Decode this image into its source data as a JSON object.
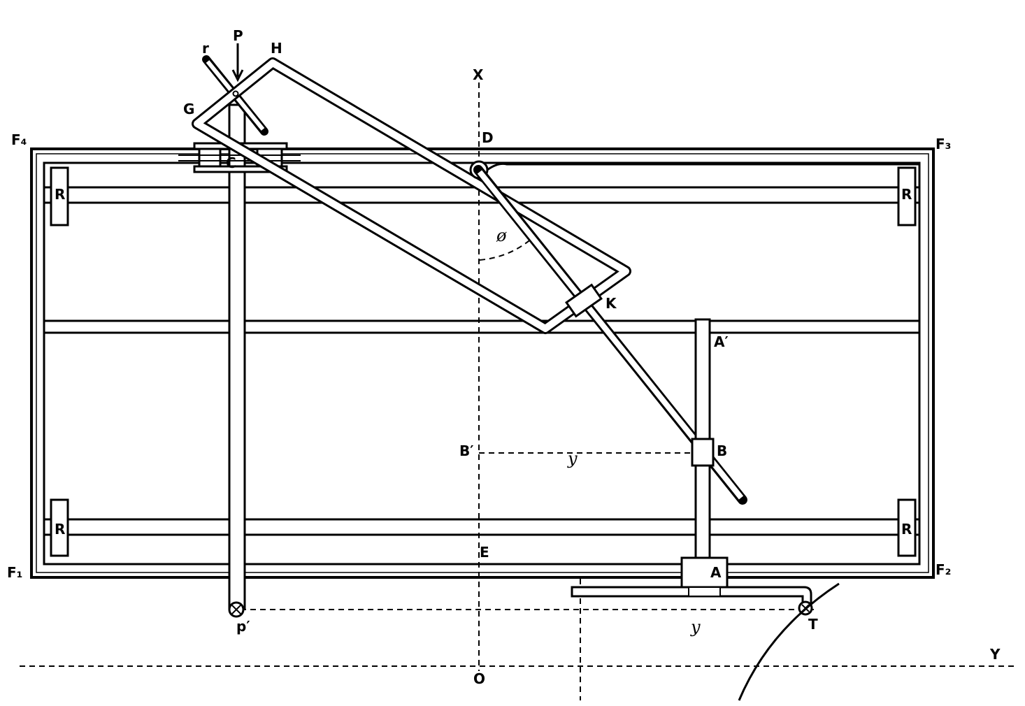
{
  "labels": {
    "P": "P",
    "r": "r",
    "H": "H",
    "G": "G",
    "X": "X",
    "D": "D",
    "F4": "F₄",
    "F3": "F₃",
    "F1": "F₁",
    "F2": "F₂",
    "C": "C",
    "R": "R",
    "phi": "ø",
    "K": "K",
    "A_prime": "A′",
    "B_prime": "B′",
    "B": "B",
    "y": "y",
    "E": "E",
    "A": "A",
    "p_prime": "p′",
    "T": "T",
    "Y": "Y",
    "O": "O"
  }
}
